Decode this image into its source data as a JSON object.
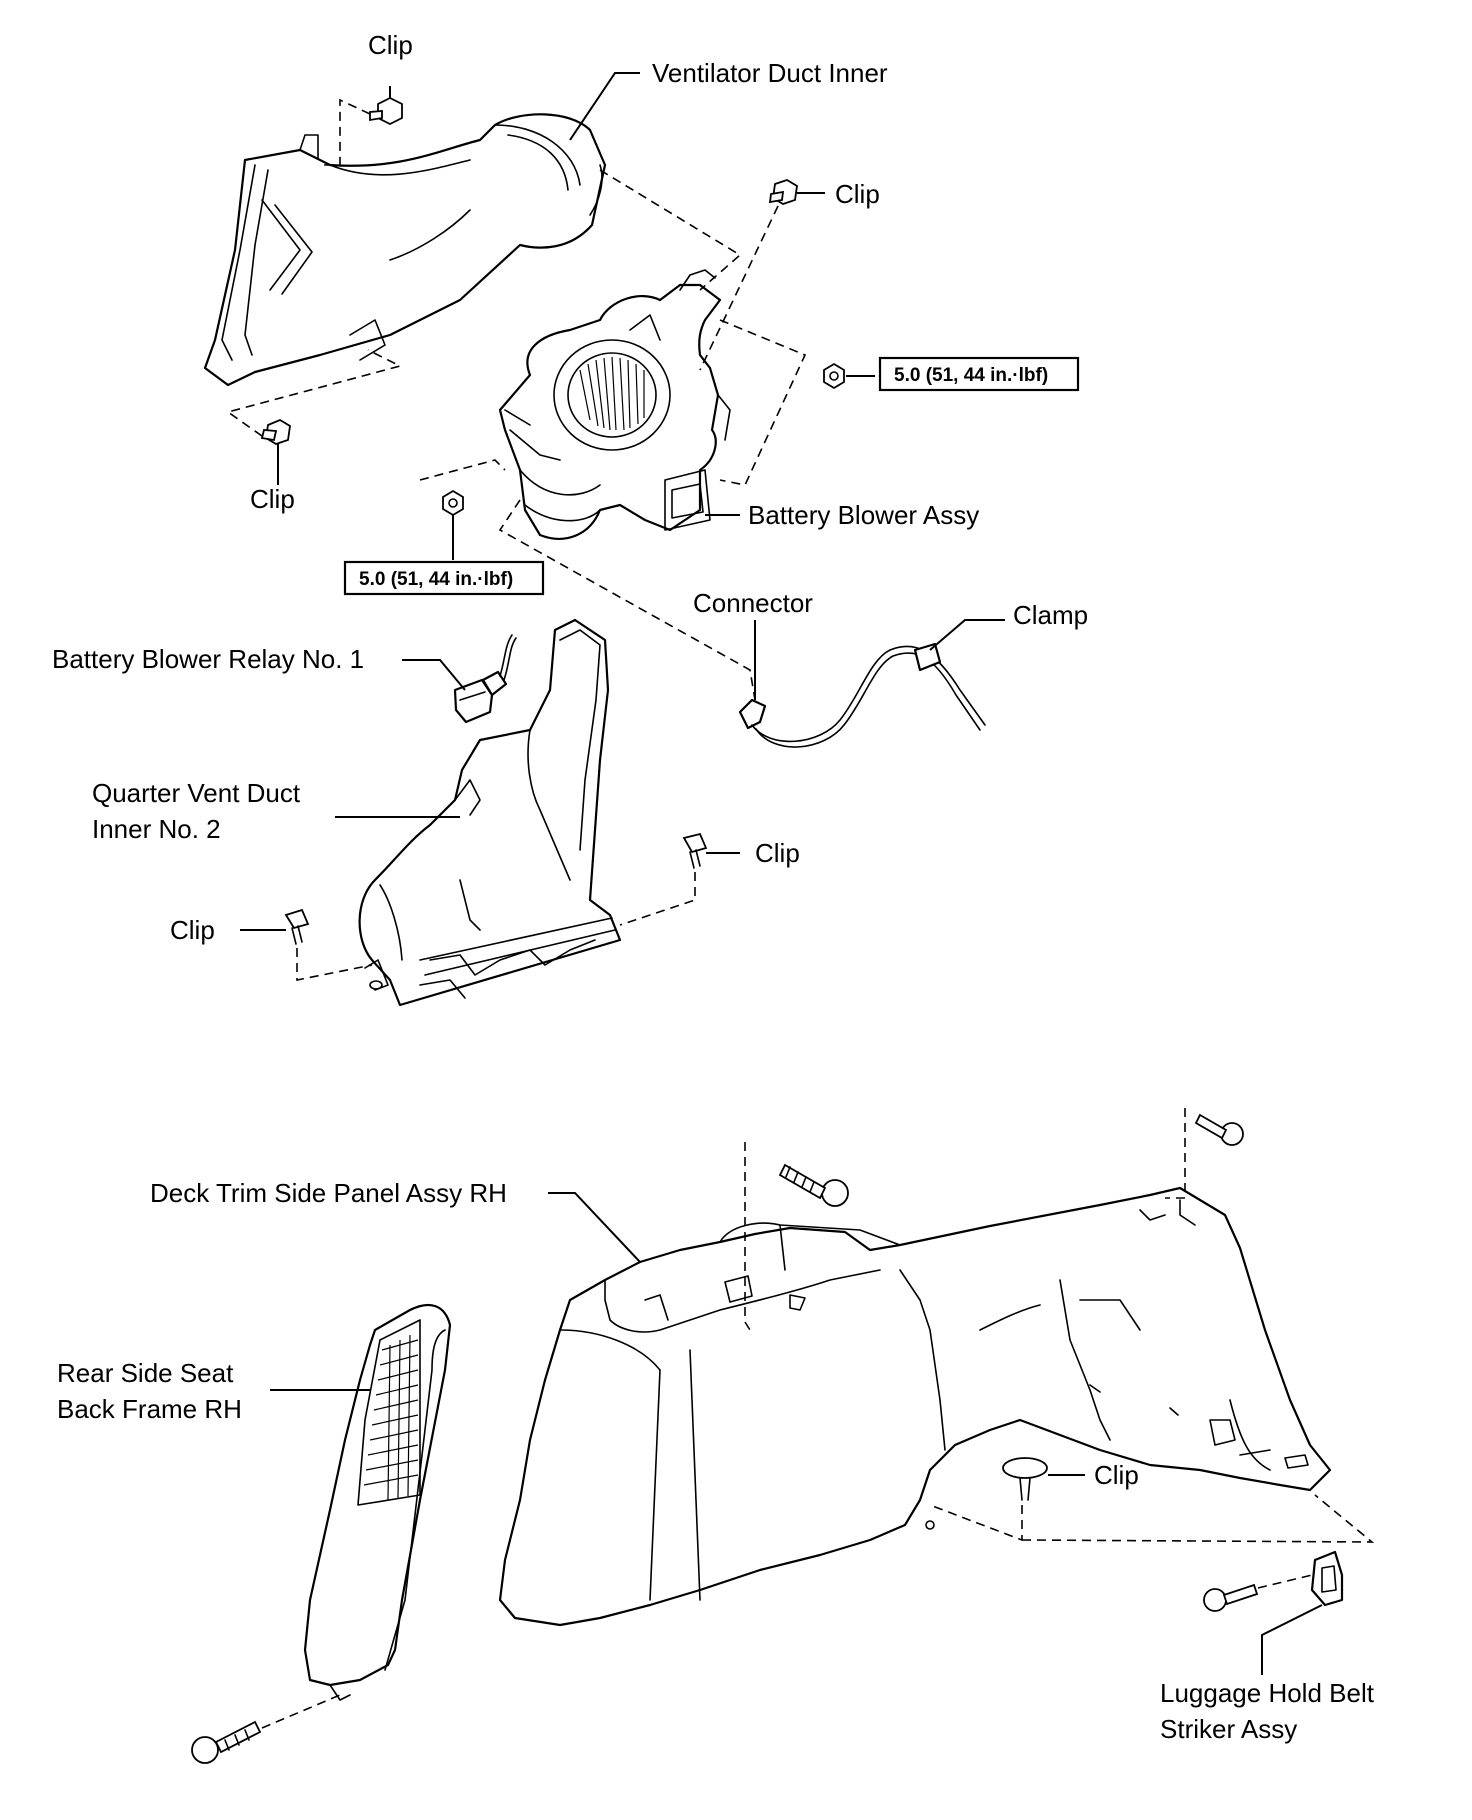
{
  "labels": {
    "clip": "Clip",
    "ventilator_duct_inner": "Ventilator Duct Inner",
    "battery_blower_assy": "Battery Blower Assy",
    "connector": "Connector",
    "clamp": "Clamp",
    "battery_blower_relay": "Battery Blower Relay No. 1",
    "quarter_vent_duct_line1": "Quarter Vent Duct",
    "quarter_vent_duct_line2": "Inner No. 2",
    "deck_trim_side_panel": "Deck Trim Side Panel Assy RH",
    "rear_side_seat_line1": "Rear Side Seat",
    "rear_side_seat_line2": "Back Frame RH",
    "luggage_hold_line1": "Luggage Hold Belt",
    "luggage_hold_line2": "Striker Assy"
  },
  "torque": {
    "blower_upper": "5.0 (51, 44 in.·lbf)",
    "blower_lower": "5.0 (51, 44 in.·lbf)"
  },
  "colors": {
    "line": "#000000",
    "background": "#ffffff"
  }
}
